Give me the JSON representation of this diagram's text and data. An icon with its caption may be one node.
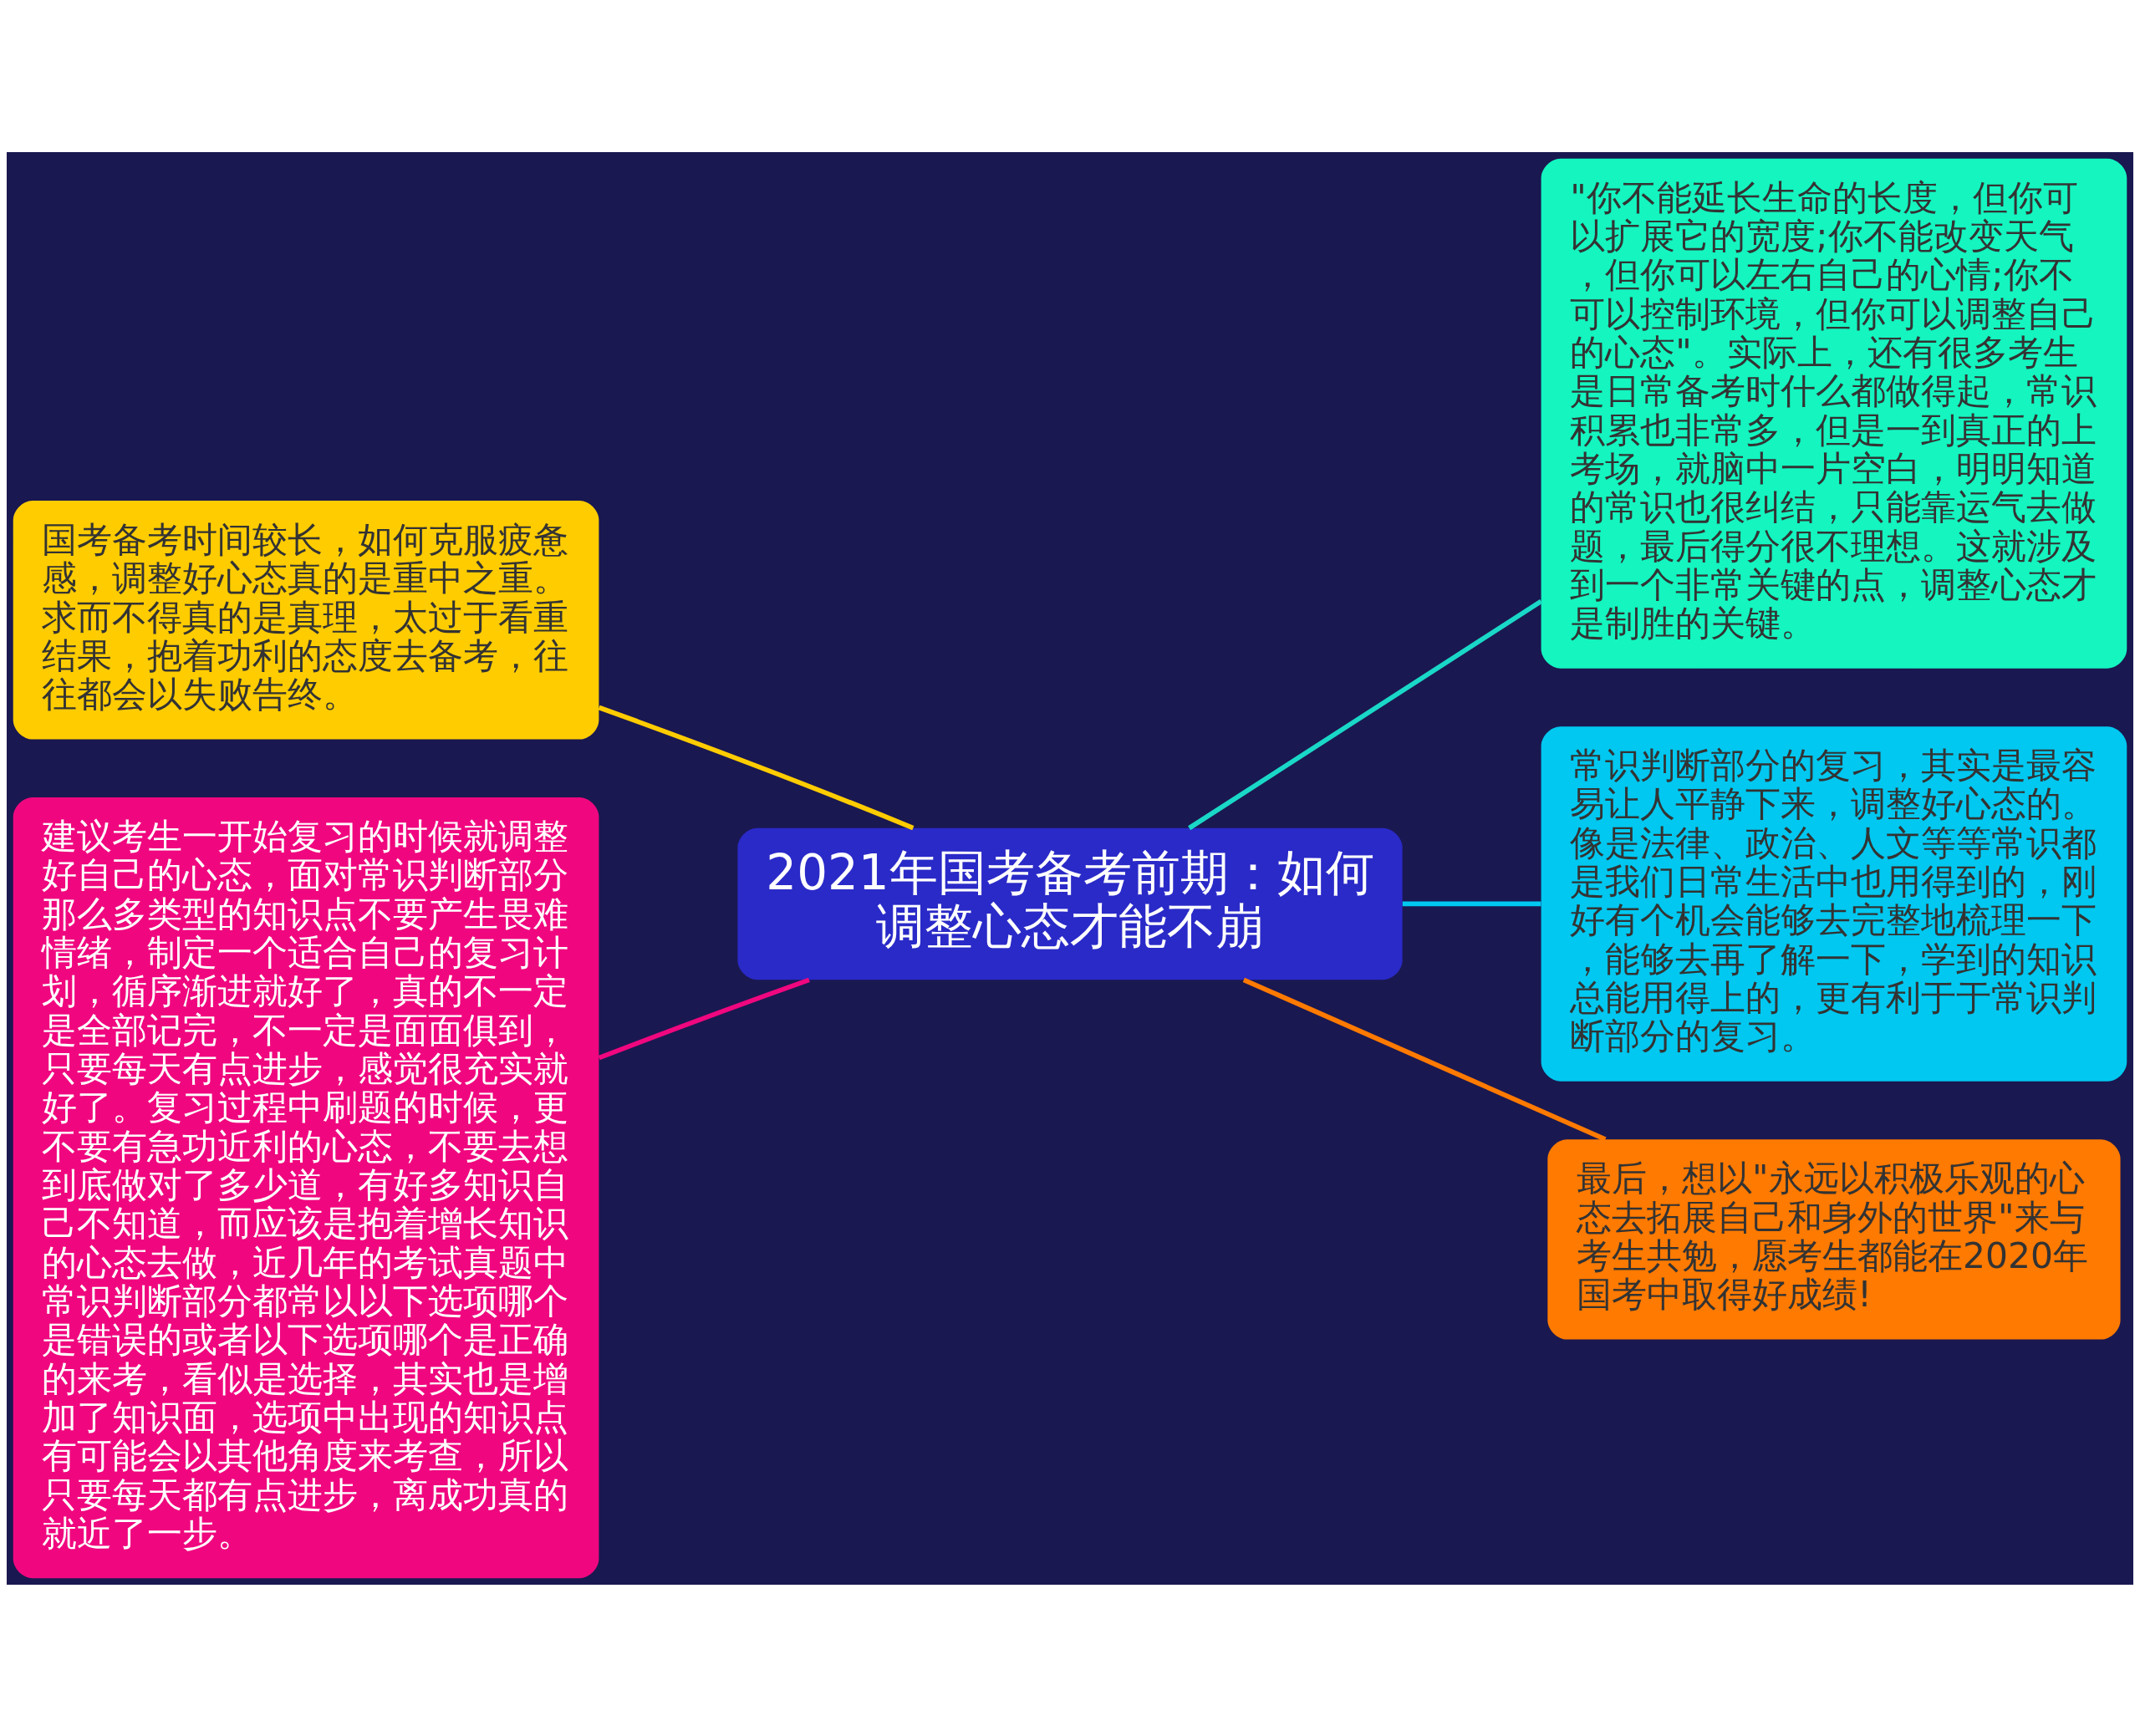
{
  "diagram": {
    "nodes": [
      {
        "text": [
          "2021年国考备考前期：如何调整心态才能不崩"
        ]
      },
      {
        "text": [
          "国考备考时间较长，如何克服疲惫感，调整好心态真的是重中之重。求而不得真的是真理，太过于看重结果，抱着功利的态度去备考，往往都会以失败告终。"
        ]
      },
      {
        "text": [
          "建议考生一开始复习的时候就调整好自己的心态，面对常识判断部分那么多类型的知识点不要产生畏难情绪，制定一个适合自己的复习计划，循序渐进就好了，真的不一定是全部记完，不一定是面面俱到，只要每天有点进步，感觉很充实就好了。复习过程中刷题的时候，更不要有急功近利的心态，不要去想到底做对了多少道，有好多知识自己不知道，而应该是抱着增长知识的心态去做，近几年的考试真题中常识判断部分都常以以下选项哪个是错误的或者以下选项哪个是正确的来考，看似是选择，其实也是增加了知识面，选项中出现的知识点有可能会以其他角度来考查，所以只要每天都有点进步，离成功真的就近了一步。"
        ]
      },
      {
        "text": [
          "\"你不能延长生命的长度，但你可以扩展它的宽度;你不能改变天气，但你可以左右自己的心情;你不可以控制环境，但你可以调整自己的心态\"。实际上，还有很多考生是日常备考时什么都做得起，常识积累也非常多，但是一到真正的上考场，就脑中一片空白，明明知道的常识也很纠结，只能靠运气去做题，最后得分很不理想。这就涉及到一个非常关键的点，调整心态才是制胜的关键。"
        ]
      },
      {
        "text": [
          "常识判断部分的复习，其实是最容易让人平静下来，调整好心态的。像是法律、政治、人文等等常识都是我们日常生活中也用得到的，刚好有个机会能够去完整地梳理一下，能够去再了解一下，学到的知识总能用得上的，更有利于于常识判断部分的复习。"
        ]
      },
      {
        "text": [
          "最后，想以\"永远以积极乐观的心态去拓展自己和身外的世界\"来与考生共勉，愿考生都能在2020年国考中取得好成绩!"
        ]
      }
    ],
    "edges": [
      {
        "from": 0,
        "to": 1,
        "arrow": "none",
        "color": "#ffcc00"
      },
      {
        "from": 0,
        "to": 2,
        "arrow": "none",
        "color": "#f0077f"
      },
      {
        "from": 0,
        "to": 3,
        "arrow": "none",
        "color": "#1ad8c8"
      },
      {
        "from": 0,
        "to": 4,
        "arrow": "none",
        "color": "#00c8f0"
      },
      {
        "from": 0,
        "to": 5,
        "arrow": "none",
        "color": "#ff7a00"
      }
    ]
  }
}
